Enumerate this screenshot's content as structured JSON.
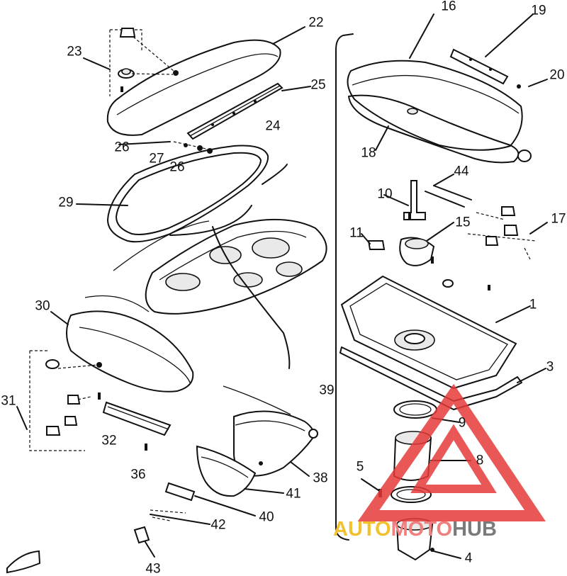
{
  "diagram": {
    "callouts": [
      {
        "id": "c22",
        "text": "22"
      },
      {
        "id": "c23",
        "text": "23"
      },
      {
        "id": "c25",
        "text": "25"
      },
      {
        "id": "c24",
        "text": "24"
      },
      {
        "id": "c26a",
        "text": "26"
      },
      {
        "id": "c27",
        "text": "27"
      },
      {
        "id": "c26b",
        "text": "26"
      },
      {
        "id": "c29",
        "text": "29"
      },
      {
        "id": "c30",
        "text": "30"
      },
      {
        "id": "c31",
        "text": "31"
      },
      {
        "id": "c32",
        "text": "32"
      },
      {
        "id": "c36",
        "text": "36"
      },
      {
        "id": "c39",
        "text": "39"
      },
      {
        "id": "c38",
        "text": "38"
      },
      {
        "id": "c41",
        "text": "41"
      },
      {
        "id": "c40",
        "text": "40"
      },
      {
        "id": "c42",
        "text": "42"
      },
      {
        "id": "c43",
        "text": "43"
      },
      {
        "id": "c16",
        "text": "16"
      },
      {
        "id": "c19",
        "text": "19"
      },
      {
        "id": "c20",
        "text": "20"
      },
      {
        "id": "c18",
        "text": "18"
      },
      {
        "id": "c44",
        "text": "44"
      },
      {
        "id": "c10",
        "text": "10"
      },
      {
        "id": "c17",
        "text": "17"
      },
      {
        "id": "c11",
        "text": "11"
      },
      {
        "id": "c15",
        "text": "15"
      },
      {
        "id": "c1",
        "text": "1"
      },
      {
        "id": "c3",
        "text": "3"
      },
      {
        "id": "c9",
        "text": "9"
      },
      {
        "id": "c8",
        "text": "8"
      },
      {
        "id": "c5",
        "text": "5"
      },
      {
        "id": "c4",
        "text": "4"
      }
    ]
  },
  "watermark": {
    "part1": "AUTO",
    "part2": "MOTO",
    "part3": "HUB",
    "color_auto": "#f2c12e",
    "color_moto": "#f08080",
    "color_hub": "#7a7a7a",
    "triangle_color": "#e63a3a"
  }
}
